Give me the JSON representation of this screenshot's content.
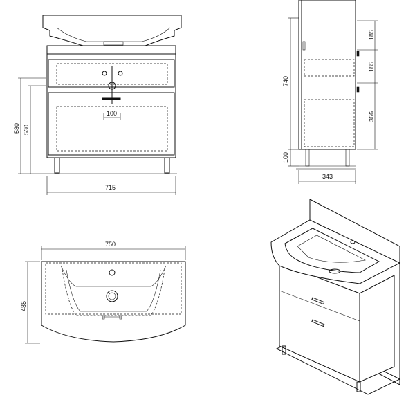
{
  "drawing": {
    "front_view": {
      "width_label": "715",
      "height_label": "580",
      "inner_height_label": "530",
      "drain_offset_label": "100"
    },
    "side_view": {
      "total_height_label": "740",
      "leg_height_label": "100",
      "depth_label": "343",
      "section_top_label": "185",
      "section_mid_label": "185",
      "section_bottom_label": "366"
    },
    "top_view": {
      "width_label": "750",
      "depth_label": "485"
    }
  }
}
